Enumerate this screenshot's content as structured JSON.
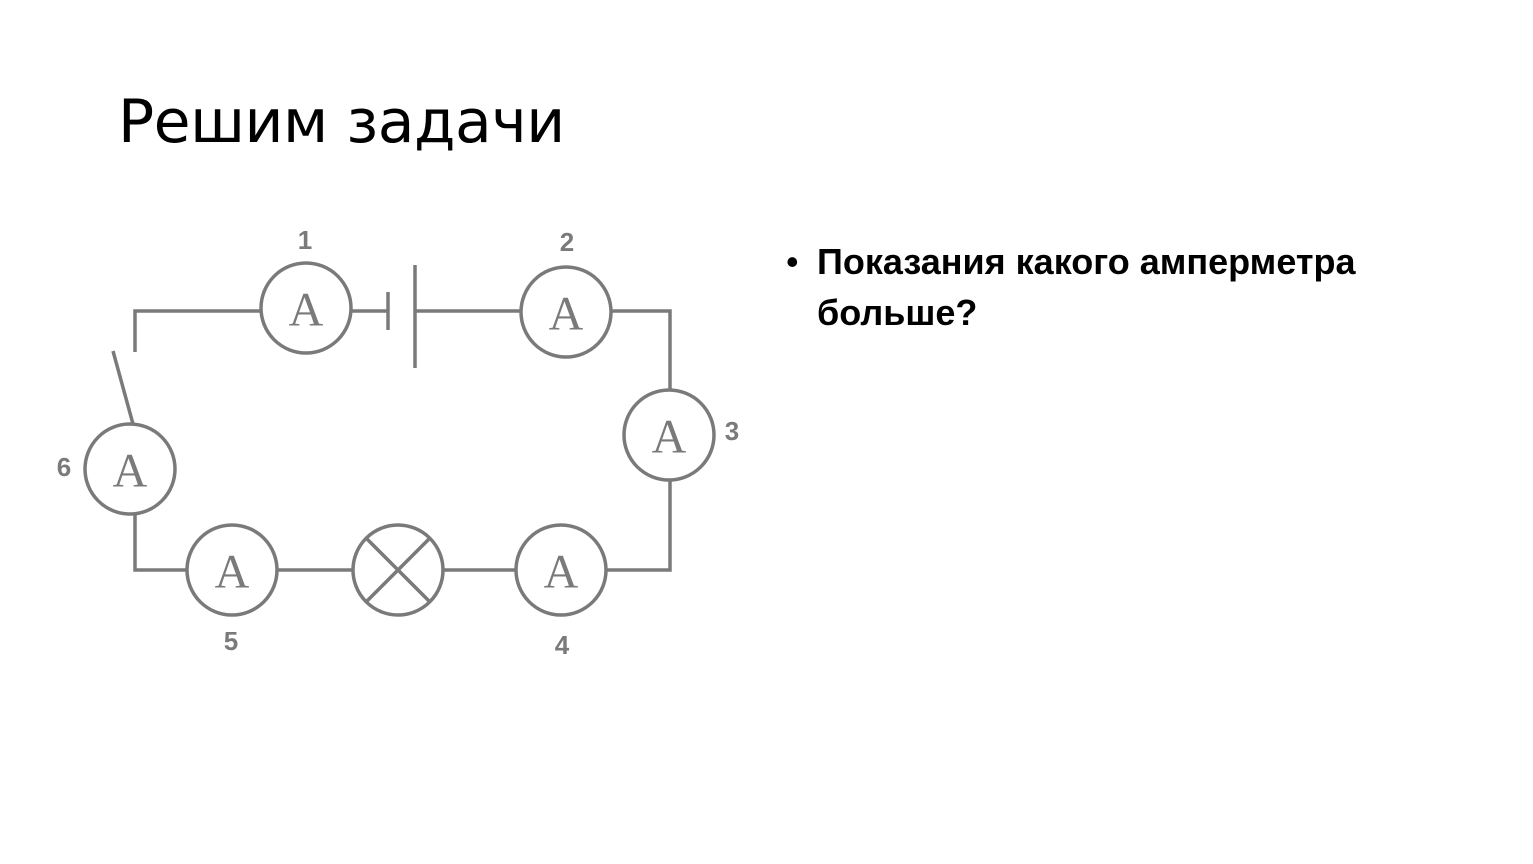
{
  "slide": {
    "title": "Решим задачи"
  },
  "diagram": {
    "meter_letter": "A",
    "ammeters": [
      {
        "number": "1"
      },
      {
        "number": "2"
      },
      {
        "number": "3"
      },
      {
        "number": "4"
      },
      {
        "number": "5"
      },
      {
        "number": "6"
      }
    ],
    "wire_color": "#7a7a7a"
  },
  "bullets": [
    {
      "text": "Показания какого амперметра больше?"
    }
  ]
}
